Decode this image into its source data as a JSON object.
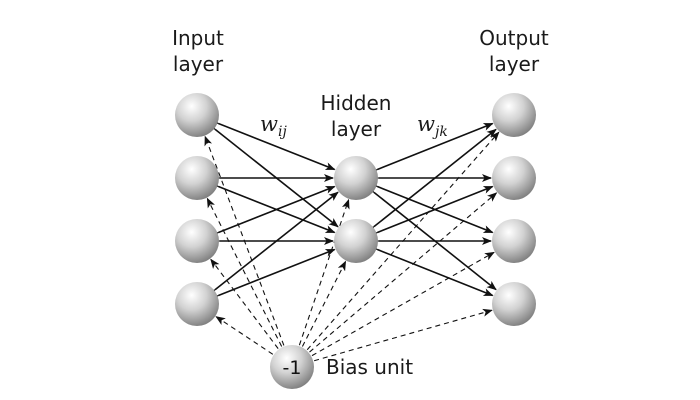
{
  "layers": {
    "input": {
      "label_line1": "Input",
      "label_line2": "layer",
      "node_count": 4
    },
    "hidden": {
      "label_line1": "Hidden",
      "label_line2": "layer",
      "node_count": 2
    },
    "output": {
      "label_line1": "Output",
      "label_line2": "layer",
      "node_count": 4
    }
  },
  "weights": {
    "input_hidden": {
      "symbol": "w",
      "subscript": "ij"
    },
    "hidden_output": {
      "symbol": "w",
      "subscript": "jk"
    }
  },
  "bias": {
    "node_value": "-1",
    "label": "Bias unit"
  },
  "colors": {
    "edge": "#111111",
    "node_light": "#ffffff",
    "node_dark": "#7a7a7a"
  }
}
